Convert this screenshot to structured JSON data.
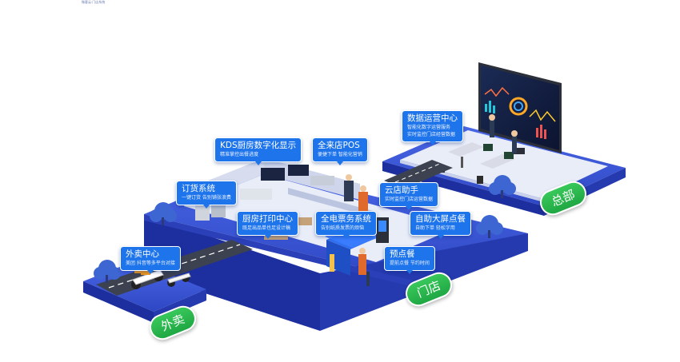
{
  "corner_text": "微客云·门店系统",
  "zones": {
    "headquarters": "总部",
    "store": "门店",
    "delivery": "外卖"
  },
  "callouts": {
    "data_center": {
      "title": "数据运营中心",
      "lines": [
        "智能化数字运营服务",
        "实时监控门店经营数据"
      ]
    },
    "kds": {
      "title": "KDS厨房数字化显示",
      "lines": [
        "精准掌控出餐进度"
      ]
    },
    "pos": {
      "title": "全来店POS",
      "lines": [
        "便捷下单 智能化营销"
      ]
    },
    "ordering": {
      "title": "订货系统",
      "lines": [
        "一键订货 告别铺张浪费"
      ]
    },
    "cloud_assistant": {
      "title": "云店助手",
      "lines": [
        "实时监控门店运营数据"
      ]
    },
    "kitchen_print": {
      "title": "厨房打印中心",
      "lines": [
        "既足出品单也足设计稿"
      ]
    },
    "e_ticket": {
      "title": "全电票务系统",
      "lines": [
        "告别纸质发票的烦恼"
      ]
    },
    "kiosk": {
      "title": "自助大屏点餐",
      "lines": [
        "自助下单 轻松字用"
      ]
    },
    "delivery_center": {
      "title": "外卖中心",
      "lines": [
        "美团 抖音等多平台对接"
      ]
    },
    "preorder": {
      "title": "预点餐",
      "lines": [
        "提前点餐 节约时间"
      ]
    }
  },
  "colors": {
    "callout_bg": "#1e74ea",
    "platform_top": "#3b57d6",
    "platform_side": "#1d2f9e",
    "floor": "#e9edf8",
    "road": "#3d4250",
    "pill_green": "#2bb64e",
    "tree": "#3d66d2"
  }
}
